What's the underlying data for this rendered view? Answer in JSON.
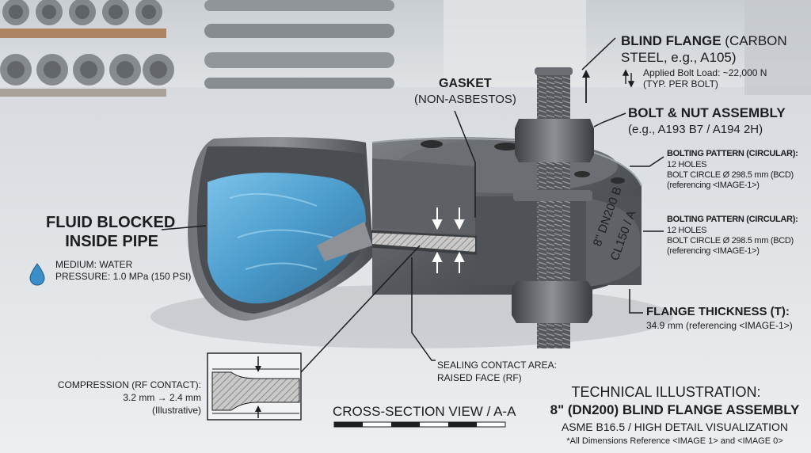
{
  "blind_flange": {
    "title": "BLIND FLANGE",
    "material_1": "(CARBON",
    "material_2": "STEEL, e.g., A105)",
    "load_1": "Applied Bolt Load: ~22,000 N",
    "load_2": "(TYP. PER BOLT)"
  },
  "gasket": {
    "title": "GASKET",
    "type": "(NON-ASBESTOS)"
  },
  "bolt_nut": {
    "title": "BOLT & NUT ASSEMBLY",
    "spec": "(e.g., A193 B7 / A194 2H)"
  },
  "bolting_pattern_top": {
    "title": "BOLTING PATTERN (CIRCULAR):",
    "line_1": "12 HOLES",
    "line_2": "BOLT CIRCLE Ø 298.5 mm (BCD)",
    "line_3": "(referencing <IMAGE-1>)"
  },
  "bolting_pattern_bottom": {
    "title": "BOLTING PATTERN (CIRCULAR):",
    "line_1": "12 HOLES",
    "line_2": "BOLT CIRCLE Ø 298.5 mm (BCD)",
    "line_3": "(referencing <IMAGE-1>)"
  },
  "fluid": {
    "title_1": "FLUID BLOCKED",
    "title_2": "INSIDE PIPE",
    "medium": "MEDIUM: WATER",
    "pressure": "PRESSURE: 1.0 MPa (150 PSI)"
  },
  "flange_thickness": {
    "title": "FLANGE THICKNESS (T):",
    "value": "34.9 mm (referencing <IMAGE-1>)"
  },
  "flange_marking": {
    "line_1": "8\" DN200 B",
    "line_2": "CL150 / A"
  },
  "compression": {
    "line_1": "COMPRESSION (RF CONTACT):",
    "line_2": "3.2 mm → 2.4 mm",
    "line_3": "(Illustrative)"
  },
  "sealing": {
    "line_1": "SEALING CONTACT AREA:",
    "line_2": "RAISED FACE (RF)"
  },
  "section_view": "CROSS-SECTION VIEW / A-A",
  "tech": {
    "line_1": "TECHNICAL ILLUSTRATION:",
    "line_2": "8\" (DN200) BLIND FLANGE ASSEMBLY",
    "line_3": "ASME B16.5 / HIGH DETAIL VISUALIZATION",
    "line_4": "*All Dimensions Reference <IMAGE 1> and <IMAGE 0>"
  },
  "colors": {
    "water": "#4fa3d6",
    "steel": "#5b5f63",
    "background": "#d9dde0"
  }
}
